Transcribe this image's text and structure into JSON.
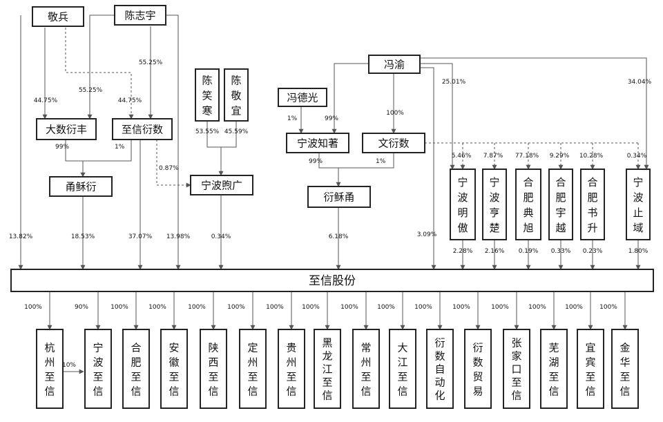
{
  "nodes": {
    "aobing": "敬兵",
    "chenzhiyu": "陈志宇",
    "chenxiaohan": "陈笑寒",
    "chenjingyi": "陈敬宜",
    "fengyu": "冯渝",
    "fengdeguang": "冯德光",
    "dashuyanfeng": "大数衍丰",
    "zhixinyanshu": "至信衍数",
    "ningbozhizhu": "宁波知著",
    "wenyanshu": "文衍数",
    "yongsuyan": "甬稣衍",
    "ningbopaoguang": "宁波煦广",
    "yansuyong": "衍稣甬",
    "nbmingao": "宁波明傲",
    "nbhengchu": "宁波亨楚",
    "hfdianxu": "合肥典旭",
    "hfyuyue": "合肥宇越",
    "hfshusheng": "合肥书升",
    "nbzhiyu": "宁波止域",
    "company": "至信股份",
    "subs": [
      "杭州至信",
      "宁波至信",
      "合肥至信",
      "安徽至信",
      "陕西至信",
      "定州至信",
      "贵州至信",
      "黑龙江至信",
      "常州至信",
      "大江至信",
      "衍数自动化",
      "衍数贸易",
      "张家口至信",
      "芜湖至信",
      "宜宾至信",
      "金华至信"
    ]
  },
  "percentages": {
    "aobing_dashu": "44.75%",
    "chen_dashu": "55.25%",
    "aobing_zhixin": "44.75%",
    "chen_zhixin": "55.25%",
    "dashu_yongsu": "99%",
    "zhixin_yongsu": "1%",
    "zhixin_paoguang": "0.87%",
    "cxh_paoguang": "53.55%",
    "cjy_paoguang": "45.59%",
    "fdg_zhizhu": "1%",
    "fengyu_zhizhu": "99%",
    "fengyu_wen": "100%",
    "zhizhu_yansu": "99%",
    "wen_yansu": "1%",
    "fengyu_mingao": "25.01%",
    "fengyu_zhiyu": "34.04%",
    "wen_mingao": "5.46%",
    "wen_hengchu": "7.87%",
    "wen_dianxu": "77.18%",
    "wen_yuyue": "9.29%",
    "wen_shusheng": "10.28%",
    "wen_zhiyu": "0.34%",
    "aobing_company": "13.82%",
    "yongsu_company": "18.53%",
    "zhixin_company": "37.07%",
    "chen_company": "13.98%",
    "paoguang_company": "0.34%",
    "yansu_company": "6.18%",
    "fengyu_company": "3.09%",
    "mingao_company": "2.28%",
    "hengchu_company": "2.16%",
    "dianxu_company": "0.19%",
    "yuyue_company": "0.33%",
    "shusheng_company": "0.23%",
    "zhiyu_company": "1.80%",
    "hangzhou_ningbo": "10%",
    "subs": [
      "100%",
      "90%",
      "100%",
      "100%",
      "100%",
      "100%",
      "100%",
      "100%",
      "100%",
      "100%",
      "100%",
      "100%",
      "100%",
      "100%",
      "100%",
      "100%"
    ]
  }
}
